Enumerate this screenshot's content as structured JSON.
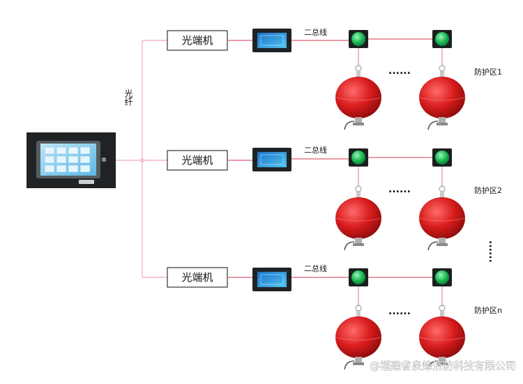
{
  "fiber_label": "光纤",
  "branches": [
    {
      "converter_label": "光端机",
      "bus_label": "二总线",
      "ellipsis": "......",
      "zone_label": "防护区1"
    },
    {
      "converter_label": "光端机",
      "bus_label": "二总线",
      "ellipsis": "......",
      "zone_label": "防护区2"
    },
    {
      "converter_label": "光端机",
      "bus_label": "二总线",
      "ellipsis": "......",
      "zone_label": "防护区n"
    }
  ],
  "vertical_ellipsis": "......",
  "watermark": "@福建省泉烽消防科技有限公司",
  "colors": {
    "line": "#f2b8c0",
    "bus_line": "#e07a88",
    "extinguisher": "#d71b1b",
    "indicator": "#1dbb57",
    "panel": "#1f2326",
    "screen": "#3fa0d8"
  }
}
